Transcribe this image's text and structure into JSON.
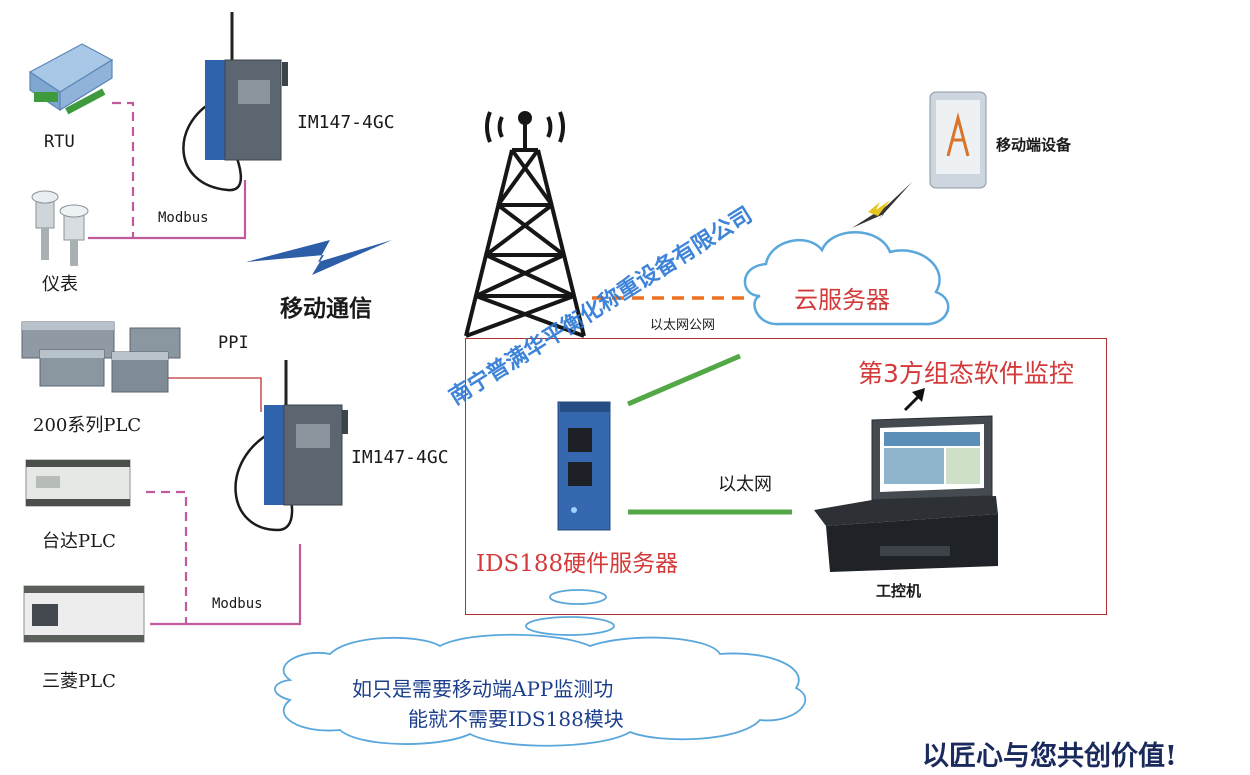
{
  "labels": {
    "rtu": "RTU",
    "meter": "仪表",
    "plc200": "200系列PLC",
    "delta_plc": "台达PLC",
    "mitsubishi_plc": "三菱PLC",
    "im_top": "IM147-4GC",
    "im_bottom": "IM147-4GC",
    "modbus_top": "Modbus",
    "modbus_bottom": "Modbus",
    "ppi": "PPI",
    "mobile_comm": "移动通信",
    "cloud_server": "云服务器",
    "mobile_device": "移动端设备",
    "ethernet_public": "以太网公网",
    "third_party": "第3方组态软件监控",
    "ethernet": "以太网",
    "ids_server": "IDS188硬件服务器",
    "ipc": "工控机",
    "note_line1": "如只是需要移动端APP监测功",
    "note_line2": "能就不需要IDS188模块",
    "slogan": "以匠心与您共创价值!",
    "watermark": "南宁普满华平衡化称重设备有限公司"
  },
  "colors": {
    "link_magenta": "#c05a9b",
    "link_red": "#c03030",
    "public_net_orange": "#f07020",
    "ethernet_green": "#52a845",
    "accent_red": "#d43a3a",
    "watermark_blue": "#2a77d4"
  }
}
